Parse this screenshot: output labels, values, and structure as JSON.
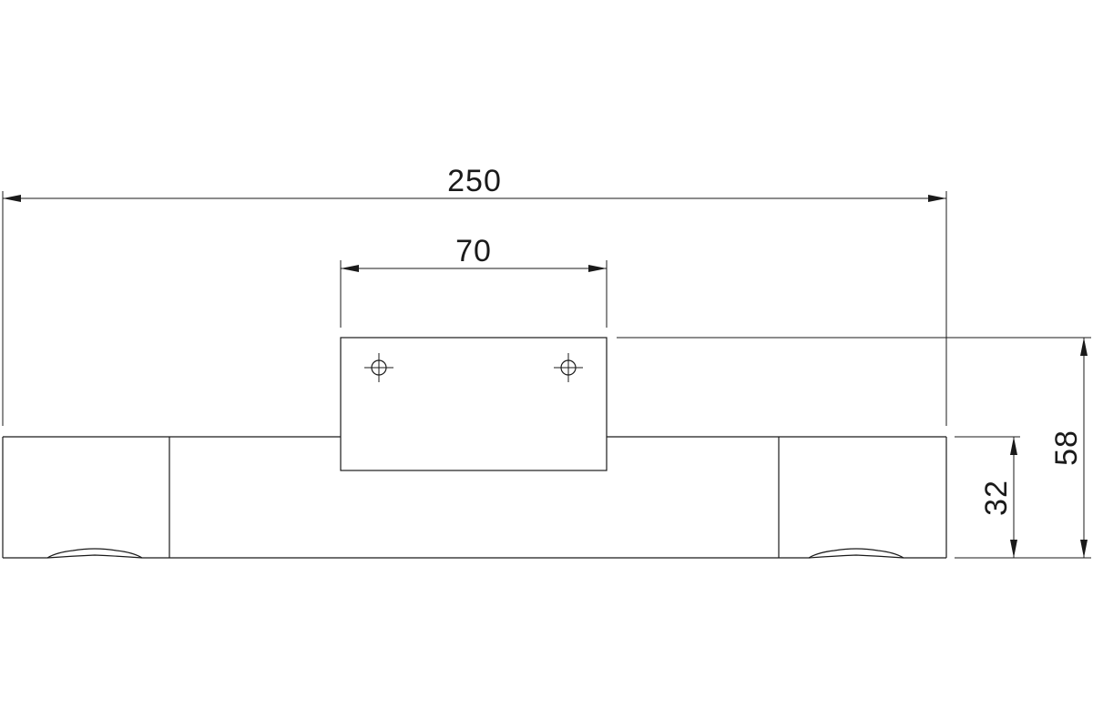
{
  "drawing": {
    "dimensions": {
      "overall_length": "250",
      "plate_width": "70",
      "body_height": "32",
      "total_height": "58"
    }
  }
}
